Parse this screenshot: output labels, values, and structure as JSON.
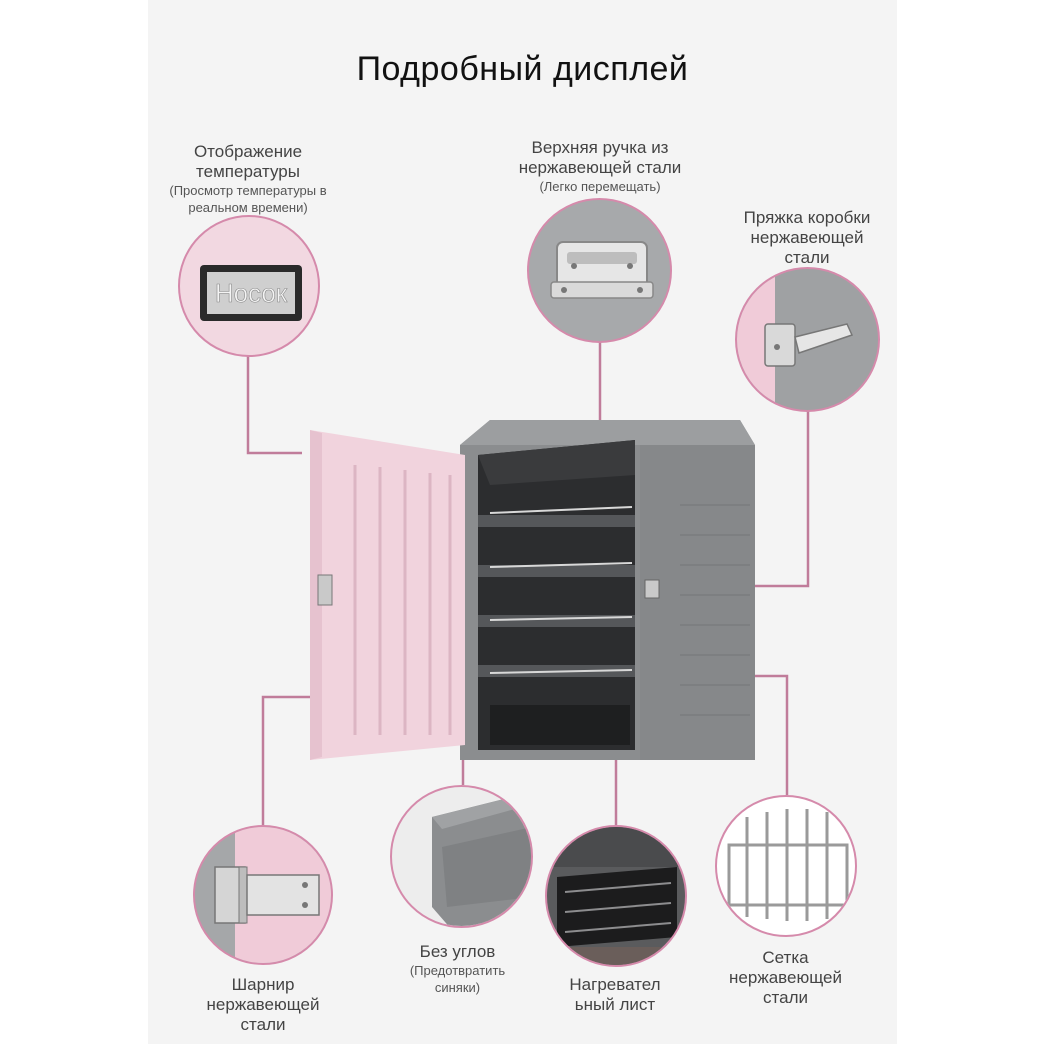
{
  "title": "Подробный дисплей",
  "labels": {
    "temperature": {
      "main": "Отображение\nтемпературы",
      "sub": "(Просмотр температуры в\nреальном времени)"
    },
    "handle": {
      "main": "Верхняя ручка из\nнержавеющей стали",
      "sub": "(Легко перемещать)"
    },
    "buckle": {
      "main": "Пряжка коробки\nнержавеющей\nстали"
    },
    "hinge": {
      "main": "Шарнир\nнержавеющей\nстали"
    },
    "corners": {
      "main": "Без углов",
      "sub": "(Предотвратить\nсиняки)"
    },
    "heater": {
      "main": "Нагревател\nьный лист"
    },
    "grid": {
      "main": "Сетка\nнержавеющей\nстали"
    }
  },
  "display_text": "Носок",
  "colors": {
    "accent": "#d58aab",
    "box": "#8a8c8e",
    "door": "#f1d3dd"
  }
}
